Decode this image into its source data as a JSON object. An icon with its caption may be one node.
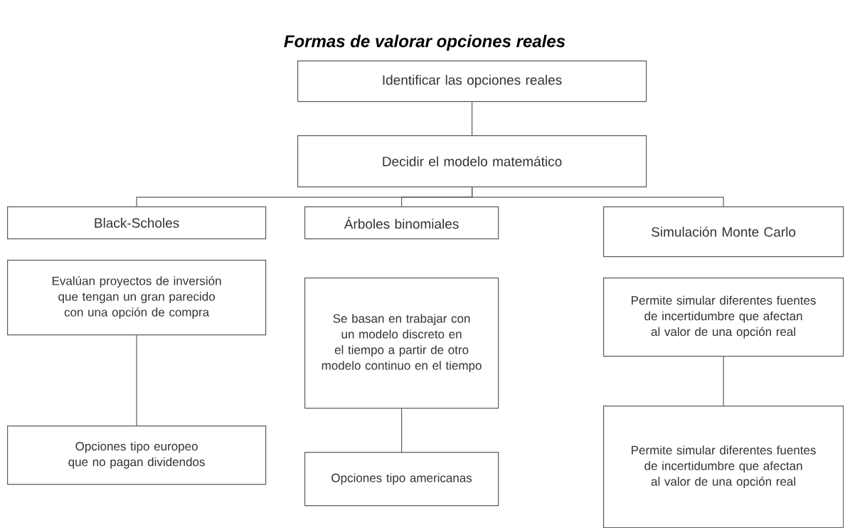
{
  "diagram": {
    "title": "Formas de valorar opciones reales",
    "nodes": [
      {
        "text": [
          "Identificar las opciones reales"
        ]
      },
      {
        "text": [
          "Decidir el modelo matemático"
        ]
      },
      {
        "text": [
          "Black-Scholes"
        ]
      },
      {
        "text": [
          "Árboles binomiales"
        ]
      },
      {
        "text": [
          "Simulación Monte Carlo"
        ]
      },
      {
        "text": [
          "Evalúan proyectos de inversión que tengan un gran parecido con una opción de compra"
        ]
      },
      {
        "text": [
          "Opciones tipo europeo que no pagan dividendos"
        ]
      },
      {
        "text": [
          "Se basan en trabajar con un modelo discreto en el tiempo a partir de otro modelo continuo en el tiempo"
        ]
      },
      {
        "text": [
          "Opciones tipo americanas"
        ]
      },
      {
        "text": [
          "Permite simular diferentes fuentes de incertidumbre que afectan al valor de una opción real"
        ]
      },
      {
        "text": [
          "Permite simular diferentes fuentes de incertidumbre que afectan al valor de una opción real"
        ]
      }
    ],
    "edges": [
      {
        "from": 0,
        "to": 1,
        "arrow": "none"
      },
      {
        "from": 1,
        "to": 2,
        "arrow": "none"
      },
      {
        "from": 1,
        "to": 3,
        "arrow": "none"
      },
      {
        "from": 1,
        "to": 4,
        "arrow": "none"
      },
      {
        "from": 5,
        "to": 6,
        "arrow": "none"
      },
      {
        "from": 7,
        "to": 8,
        "arrow": "none"
      },
      {
        "from": 9,
        "to": 10,
        "arrow": "none"
      }
    ]
  }
}
